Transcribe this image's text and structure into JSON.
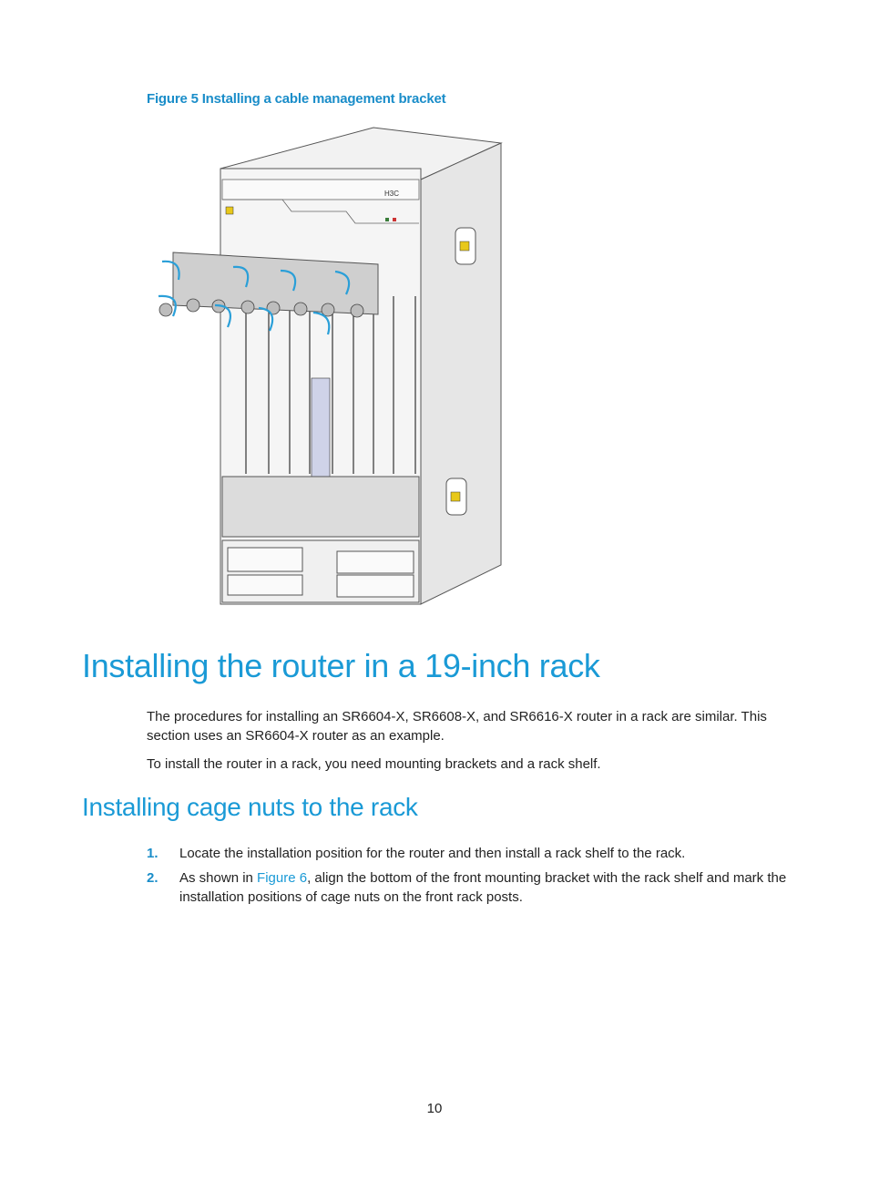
{
  "figure": {
    "caption": "Figure 5 Installing a cable management bracket",
    "description": "Router chassis (front view with side panel) with a cable management bracket being attached using screws; blue curved arrows indicate screw tightening direction.",
    "accent_arrow_color": "#2a9fd8",
    "chassis_logo": "H3C"
  },
  "section": {
    "title": "Installing the router in a 19-inch rack",
    "paragraphs": [
      "The procedures for installing an SR6604-X, SR6608-X, and SR6616-X router in a rack are similar. This section uses an SR6604-X router as an example.",
      "To install the router in a rack, you need mounting brackets and a rack shelf."
    ]
  },
  "subsection": {
    "title": "Installing cage nuts to the rack",
    "steps": [
      {
        "num": "1.",
        "text": "Locate the installation position for the router and then install a rack shelf to the rack."
      },
      {
        "num": "2.",
        "text_before": "As shown in ",
        "link": "Figure 6",
        "text_after": ", align the bottom of the front mounting bracket with the rack shelf and mark the installation positions of cage nuts on the front rack posts."
      }
    ]
  },
  "footer": {
    "page_number": "10"
  },
  "colors": {
    "heading": "#1a9ad6",
    "caption": "#1a8dc9",
    "body_text": "#222222"
  }
}
